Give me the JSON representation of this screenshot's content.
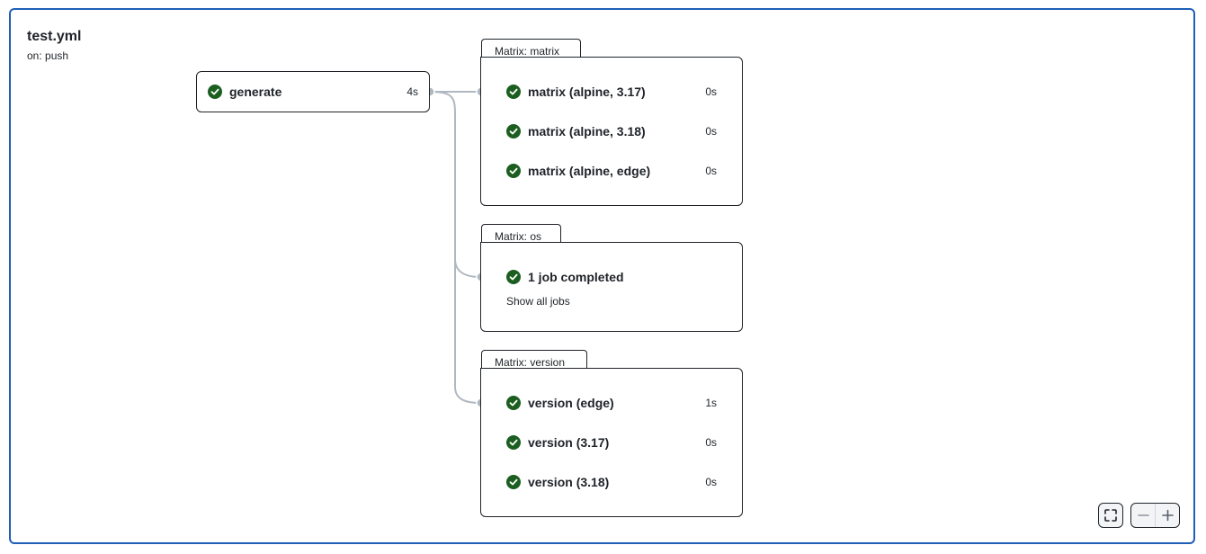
{
  "workflow": {
    "title": "test.yml",
    "trigger": "on: push"
  },
  "jobs": {
    "generate": {
      "name": "generate",
      "duration": "4s",
      "status": "success"
    }
  },
  "matrix_groups": [
    {
      "label": "Matrix: matrix",
      "jobs": [
        {
          "name": "matrix (alpine, 3.17)",
          "duration": "0s",
          "status": "success"
        },
        {
          "name": "matrix (alpine, 3.18)",
          "duration": "0s",
          "status": "success"
        },
        {
          "name": "matrix (alpine, edge)",
          "duration": "0s",
          "status": "success"
        }
      ]
    },
    {
      "label": "Matrix: os",
      "summary": "1 job completed",
      "show_all": "Show all jobs",
      "status": "success"
    },
    {
      "label": "Matrix: version",
      "jobs": [
        {
          "name": "version (edge)",
          "duration": "1s",
          "status": "success"
        },
        {
          "name": "version (3.17)",
          "duration": "0s",
          "status": "success"
        },
        {
          "name": "version (3.18)",
          "duration": "0s",
          "status": "success"
        }
      ]
    }
  ],
  "colors": {
    "success": "#1b5e20",
    "frame_border": "#1f5fb8",
    "connector": "#afb8c1"
  },
  "controls": {
    "fullscreen_icon": "fullscreen-icon",
    "zoom_out_icon": "minus-icon",
    "zoom_in_icon": "plus-icon"
  }
}
